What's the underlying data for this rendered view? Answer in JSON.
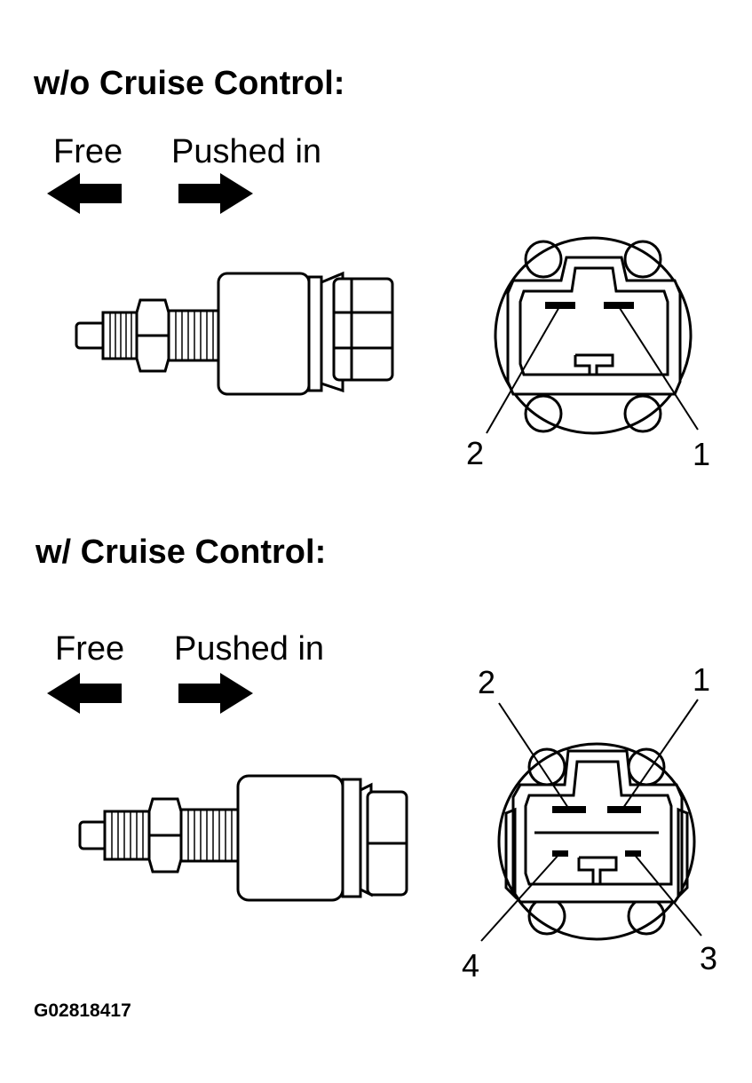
{
  "sections": [
    {
      "heading": "w/o Cruise Control:",
      "free_label": "Free",
      "pushed_label": "Pushed in",
      "pins": [
        "2",
        "1"
      ]
    },
    {
      "heading": "w/ Cruise Control:",
      "free_label": "Free",
      "pushed_label": "Pushed in",
      "pins": [
        "2",
        "1",
        "4",
        "3"
      ]
    }
  ],
  "figure_id": "G02818417",
  "colors": {
    "ink": "#000000",
    "paper": "#ffffff"
  }
}
